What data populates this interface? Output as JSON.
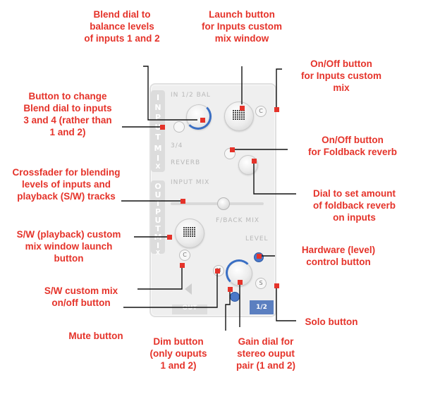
{
  "panel": {
    "input_strip": [
      "I",
      "N",
      "P",
      "U",
      "T",
      "M",
      "I",
      "X"
    ],
    "output_strip": [
      "O",
      "U",
      "T",
      "P",
      "U",
      "T",
      "M",
      "I",
      "X"
    ],
    "in_bal": "IN 1/2 BAL",
    "three_four": "3/4",
    "reverb": "REVERB",
    "input_mix": "INPUT MIX",
    "fback_mix": "F/BACK MIX",
    "level": "LEVEL",
    "btn_c": "C",
    "btn_m": "M",
    "btn_s": "S",
    "btn_h": "H",
    "tab_out": "OUT",
    "tab_half": "1/2"
  },
  "annotations": {
    "blend_dial": [
      "Blend dial to",
      "balance levels",
      "of inputs 1 and 2"
    ],
    "launch_inputs": [
      "Launch button",
      "for Inputs custom",
      "mix window"
    ],
    "onoff_inputs": [
      "On/Off button",
      "for Inputs custom",
      "mix"
    ],
    "blend_34": [
      "Button to change",
      "Blend dial to inputs",
      "3 and 4 (rather than",
      "1 and 2)"
    ],
    "onoff_reverb": [
      "On/Off button",
      "for Foldback reverb"
    ],
    "crossfader": [
      "Crossfader for blending",
      "levels of inputs and",
      "playback (S/W) tracks"
    ],
    "reverb_dial": [
      "Dial to set amount",
      "of foldback reverb",
      "on inputs"
    ],
    "sw_launch": [
      "S/W (playback) custom",
      "mix window launch",
      "button"
    ],
    "hardware": [
      "Hardware (level)",
      "control button"
    ],
    "sw_onoff": [
      "S/W custom mix",
      "on/off button"
    ],
    "solo": [
      "Solo button"
    ],
    "mute": [
      "Mute button"
    ],
    "dim": [
      "Dim button",
      "(only ouputs",
      "1 and 2)"
    ],
    "gain": [
      "Gain dial for",
      "stereo ouput",
      "pair (1 and 2)"
    ]
  },
  "colors": {
    "accent": "#e5332a",
    "knob_blue": "#3a6fc4",
    "panel": "#efefef"
  }
}
